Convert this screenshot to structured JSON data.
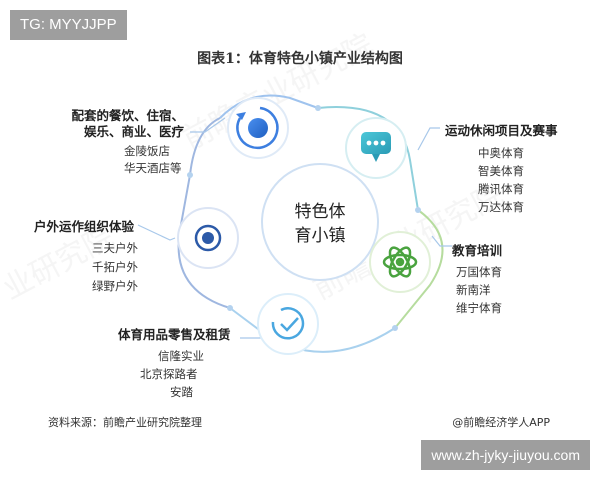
{
  "watermark_tag": "TG: MYYJJPP",
  "title": "图表1：体育特色小镇产业结构图",
  "center": {
    "line1": "特色体",
    "line2": "育小镇"
  },
  "segments": [
    {
      "heading_lines": [
        "配套的餐饮、住宿、",
        "娱乐、商业、医疗"
      ],
      "items": [
        "金陵饭店",
        "华天酒店等"
      ],
      "icon": "circle-refresh-icon",
      "color": "#3d7fe0"
    },
    {
      "heading": "运动休闲项目及赛事",
      "items": [
        "中奥体育",
        "智美体育",
        "腾讯体育",
        "万达体育"
      ],
      "icon": "chat-bubble-icon",
      "color": "#3cb7c9"
    },
    {
      "heading": "教育培训",
      "items": [
        "万国体育",
        "新南洋",
        "维宁体育"
      ],
      "icon": "atom-icon",
      "color": "#69b84a"
    },
    {
      "heading": "体育用品零售及租赁",
      "items": [
        "信隆实业",
        "北京探路者",
        "安踏"
      ],
      "icon": "refresh-check-icon",
      "color": "#6ab6e0"
    },
    {
      "heading": "户外运作组织体验",
      "items": [
        "三夫户外",
        "千拓户外",
        "绿野户外"
      ],
      "icon": "target-icon",
      "color": "#2c5aa8"
    }
  ],
  "footer": {
    "source": "资料来源：前瞻产业研究院整理",
    "credit": "@前瞻经济学人APP"
  },
  "url_badge": "www.zh-jyky-jiuyou.com"
}
